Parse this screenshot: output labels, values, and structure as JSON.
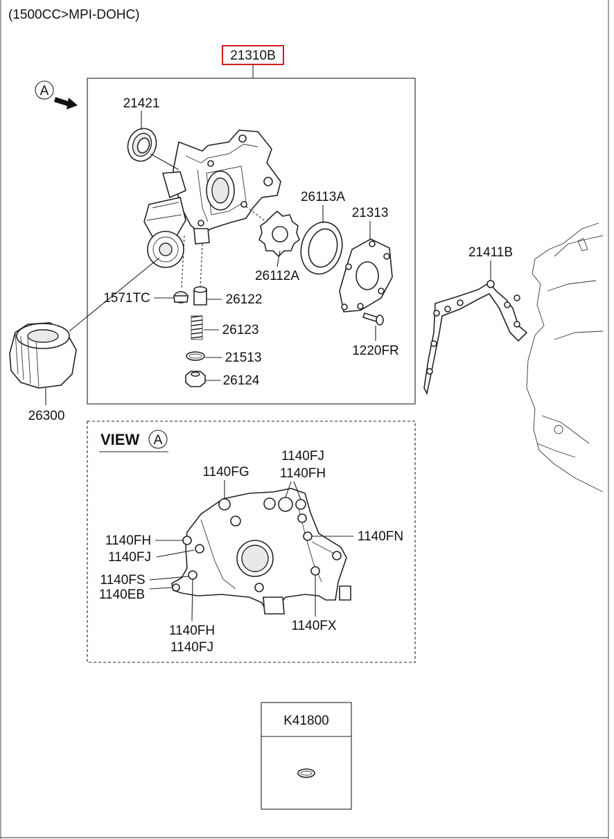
{
  "header": {
    "title": "(1500CC>MPI-DOHC)"
  },
  "assembly": {
    "part_no": "21310B"
  },
  "view_marker": {
    "letter": "A"
  },
  "parts": {
    "p21421": "21421",
    "p26113A": "26113A",
    "p21313": "21313",
    "p26112A": "26112A",
    "p1571TC": "1571TC",
    "p26122": "26122",
    "p26123": "26123",
    "p21513": "21513",
    "p26124": "26124",
    "p1220FR": "1220FR",
    "p26300": "26300",
    "p21411B": "21411B"
  },
  "view_a": {
    "title": "VIEW",
    "letter": "A",
    "bolts": {
      "fj_top": "1140FJ",
      "fh_top": "1140FH",
      "fg": "1140FG",
      "fh_left": "1140FH",
      "fj_left": "1140FJ",
      "fn": "1140FN",
      "fs": "1140FS",
      "eb": "1140EB",
      "fx": "1140FX",
      "fh_bottom": "1140FH",
      "fj_bottom": "1140FJ"
    }
  },
  "kit": {
    "part_no": "K41800"
  }
}
